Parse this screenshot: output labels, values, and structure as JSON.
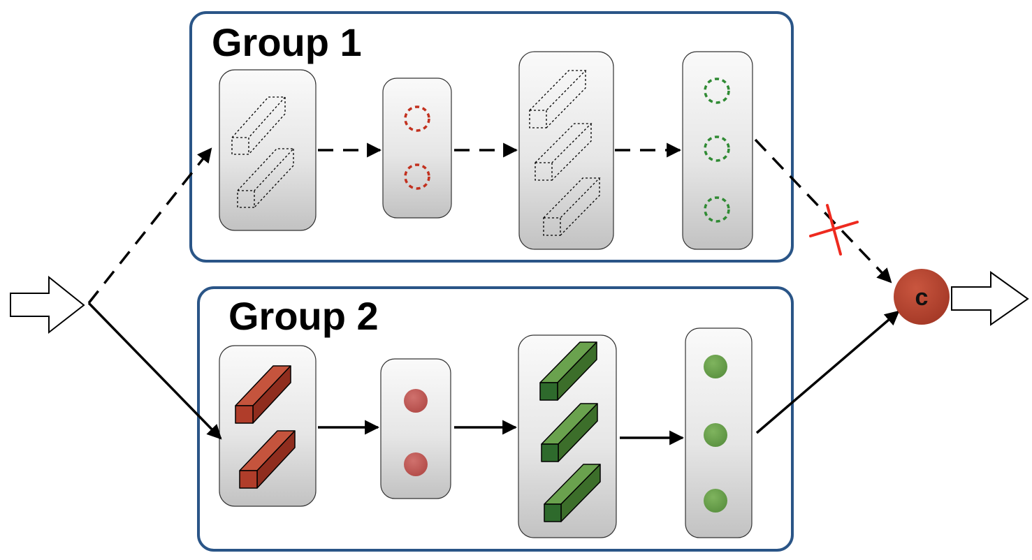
{
  "groups": [
    {
      "title": "Group 1",
      "mode": "dashed"
    },
    {
      "title": "Group 2",
      "mode": "solid"
    }
  ],
  "combiner": {
    "label": "c",
    "color": "#b8412f"
  },
  "colors": {
    "group_border": "#2a5587",
    "red_feature": "#b5402c",
    "red_dot": "#c35a57",
    "green_feature": "#5c9543",
    "green_dot": "#6ea54d",
    "dashed_red_circle": "#c2301e",
    "dashed_green_circle": "#2f8a33",
    "rejected_path_mark": "#ee2a1f"
  },
  "stages": [
    {
      "id": "conv1",
      "prisms": 2
    },
    {
      "id": "pool1",
      "dots": 2
    },
    {
      "id": "conv2",
      "prisms": 3
    },
    {
      "id": "out",
      "dots": 3
    }
  ]
}
